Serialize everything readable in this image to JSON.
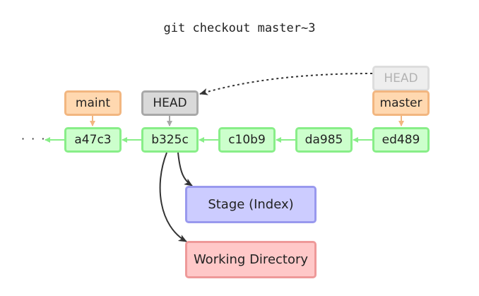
{
  "title": "git checkout master~3",
  "ellipsis": "· · ·",
  "commits": [
    "a47c3",
    "b325c",
    "c10b9",
    "da985",
    "ed489"
  ],
  "branches": {
    "maint": "maint",
    "master": "master"
  },
  "head": {
    "current": "HEAD",
    "previous": "HEAD"
  },
  "areas": {
    "stage": "Stage (Index)",
    "working_directory": "Working Directory"
  },
  "colors": {
    "commit_fill": "#ccffcc",
    "commit_border": "#88ee88",
    "branch_fill": "#ffd8b0",
    "branch_border": "#f2b680",
    "head_fill": "#d9d9d9",
    "head_border": "#a8a8a8",
    "stage_fill": "#ccccff",
    "stage_border": "#9999ee",
    "wd_fill": "#ffc8c8",
    "wd_border": "#ee9999",
    "arrow_dark": "#333333"
  }
}
